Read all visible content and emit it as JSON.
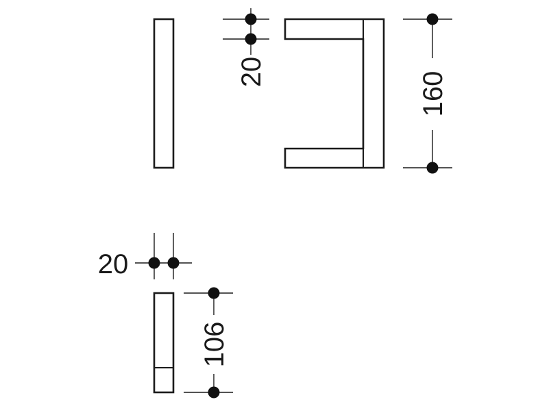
{
  "drawing": {
    "dimensions": {
      "top_thickness": "20",
      "height": "160",
      "bottom_thickness": "20",
      "bottom_length": "106"
    },
    "colors": {
      "line": "#1a1a1a",
      "dot": "#111111",
      "background": "#ffffff"
    }
  }
}
